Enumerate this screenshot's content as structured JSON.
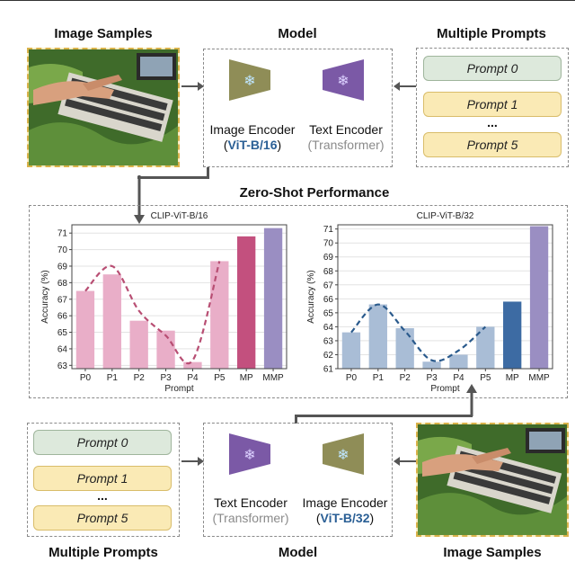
{
  "top": {
    "image_title": "Image Samples",
    "model_title": "Model",
    "prompts_title": "Multiple Prompts",
    "prompts": [
      "Prompt 0",
      "Prompt 1",
      "...",
      "Prompt 5"
    ],
    "image_encoder": {
      "name": "Image Encoder",
      "arch_open": "(",
      "arch": "ViT-B/16",
      "arch_close": ")"
    },
    "text_encoder": {
      "name": "Text Encoder",
      "arch": "(Transformer)"
    }
  },
  "performance_title": "Zero-Shot Performance",
  "bottom": {
    "image_title": "Image Samples",
    "model_title": "Model",
    "prompts_title": "Multiple Prompts",
    "prompts": [
      "Prompt 0",
      "Prompt 1",
      "...",
      "Prompt 5"
    ],
    "text_encoder": {
      "name": "Text Encoder",
      "arch": "(Transformer)"
    },
    "image_encoder": {
      "name": "Image Encoder",
      "arch_open": "(",
      "arch": "ViT-B/32",
      "arch_close": ")"
    }
  },
  "icons": {
    "frozen": "snowflake-icon"
  },
  "colors": {
    "image_encoder_fill": "#8f8d57",
    "text_encoder_fill": "#7b59a6",
    "vit_label": "#2a5f95",
    "chart1_bar": "#e9aec8",
    "chart1_mp": "#c3507e",
    "chart1_mmp": "#9a8ec2",
    "chart1_curve": "#b84e73",
    "chart2_bar": "#a9bdd6",
    "chart2_mp": "#3d6ba3",
    "chart2_mmp": "#9a8ec2",
    "chart2_curve": "#2a5a8c"
  },
  "chart_data": [
    {
      "type": "bar",
      "title": "CLIP-ViT-B/16",
      "xlabel": "Prompt",
      "ylabel": "Accuracy (%)",
      "categories": [
        "P0",
        "P1",
        "P2",
        "P3",
        "P4",
        "P5",
        "MP",
        "MMP"
      ],
      "values": [
        67.5,
        68.5,
        65.7,
        65.1,
        63.2,
        69.3,
        70.8,
        71.3
      ],
      "ylim": [
        62.8,
        71.5
      ],
      "yticks": [
        63,
        64,
        65,
        66,
        67,
        68,
        69,
        70,
        71
      ],
      "trend_curve": [
        67.5,
        69.0,
        66.3,
        64.8,
        63.3,
        69.3
      ],
      "grid": "y"
    },
    {
      "type": "bar",
      "title": "CLIP-ViT-B/32",
      "xlabel": "Prompt",
      "ylabel": "Accuracy (%)",
      "categories": [
        "P0",
        "P1",
        "P2",
        "P3",
        "P4",
        "P5",
        "MP",
        "MMP"
      ],
      "values": [
        63.6,
        65.6,
        63.9,
        61.5,
        62.0,
        64.0,
        65.8,
        71.2
      ],
      "ylim": [
        61.0,
        71.3
      ],
      "yticks": [
        61,
        62,
        63,
        64,
        65,
        66,
        67,
        68,
        69,
        70,
        71
      ],
      "trend_curve": [
        63.6,
        65.6,
        63.7,
        61.6,
        62.3,
        64.0
      ],
      "grid": "y"
    }
  ]
}
